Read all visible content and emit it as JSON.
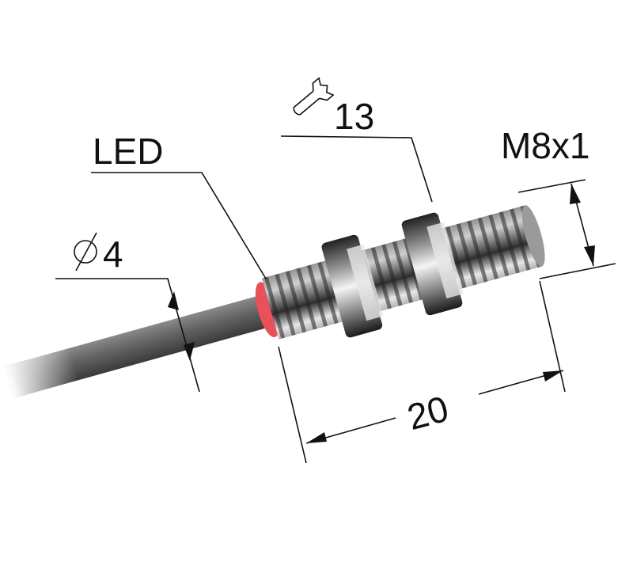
{
  "labels": {
    "led": "LED",
    "diameter": "4",
    "wrench_size": "13",
    "thread": "M8x1",
    "length": "20"
  },
  "icons": [
    "diameter-symbol-icon",
    "wrench-icon"
  ],
  "colors": {
    "led": "#e8505a",
    "cable": "#5a5a5a",
    "metal": "#b8b8b8"
  }
}
